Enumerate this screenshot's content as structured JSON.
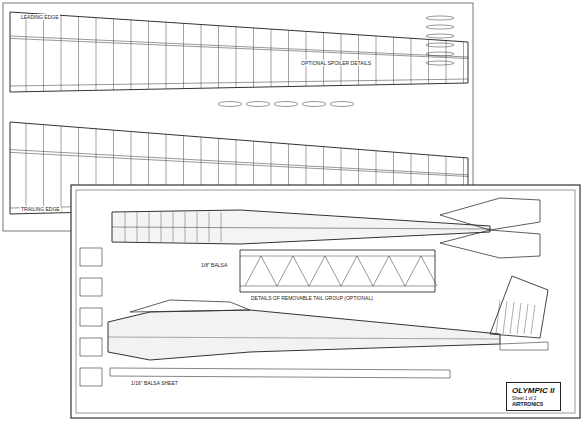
{
  "diagram": {
    "nodes": [
      {
        "text": [
          "OLYMPIC II",
          "Sheet 1 of 2",
          "AIRTRONICS"
        ]
      }
    ],
    "labels": [
      "OPTIONAL SPOILER DETAILS",
      "LEADING EDGE",
      "TRAILING EDGE",
      "DETAILS OF REMOVABLE TAIL GROUP (OPTIONAL)",
      "1/16\" BALSA SHEET",
      "1/8\" BALSA"
    ]
  }
}
